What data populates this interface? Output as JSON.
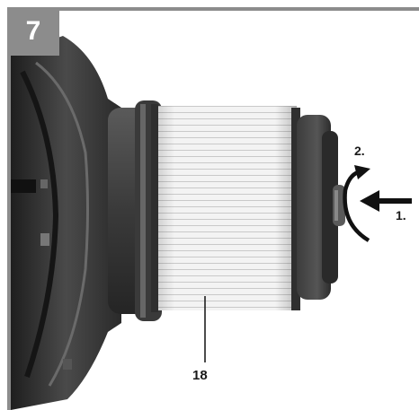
{
  "step_number": "7",
  "part_number": "18",
  "action_labels": {
    "push": "1.",
    "rotate": "2."
  },
  "colors": {
    "frame": "#8c8c8c",
    "housing_dark": "#2a2a2a",
    "housing_mid": "#4a4a4a",
    "filter_pleats": "#f2f2f2",
    "arrows": "#111111"
  }
}
